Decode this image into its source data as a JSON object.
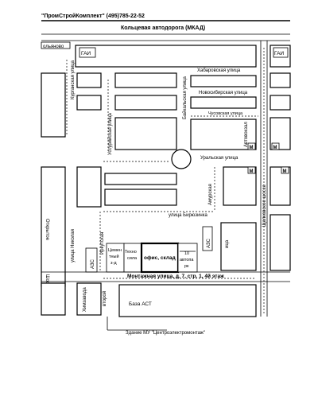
{
  "header": {
    "title": "\"ПромСтройКомплект\" (495)785-22-52"
  },
  "streets": {
    "mkad": "Кольцевая автодорога (МКАД)",
    "olyanovo": "ольяново",
    "kurganskaya": "Курганская улица",
    "khabarovskaya": "Хабаровская улица",
    "novosibirskaya": "Новосибирская улица",
    "baykalskaya": "Байкальская улица",
    "ussuriyskaya": "Уссурийская улица",
    "chusovskaya": "Чусовская улица",
    "uralskaya": "Уральская улица",
    "amurskaya": "Амурская",
    "shchelkovskoe": "Щелковское шоссе",
    "biryuzinka": "улица Бирюзинка",
    "irkutskaya": "Иркутская",
    "nikolaya": "улица Николая",
    "otkrytoe": "Открытое",
    "shosse": "Шоссе",
    "khimzavoda": "Химзавода",
    "vtoroy": "второй",
    "irtysh": "ица",
    "montazhnaya": "Монтажная улица, д. 7, стр. 1, 4й этаж"
  },
  "labels": {
    "gai_left": "ГАИ",
    "gai_right": "ГАИ",
    "avtovokzal": "Автовокзал",
    "metro": "М",
    "azs": "АЗС",
    "azs2": "АЗС",
    "cement_1": "Цемен",
    "cement_2": "тный",
    "cement_3": "з-д",
    "tehnosila_1": "Техно",
    "tehnosila_2": "сила",
    "office": "офис, склад",
    "avtoparki_1": "10",
    "avtoparki_2": "автопа",
    "avtoparki_3": "рк",
    "baza": "База АСТ",
    "zdanie": "Здание МУ \"Центроэлектромонтаж\""
  }
}
